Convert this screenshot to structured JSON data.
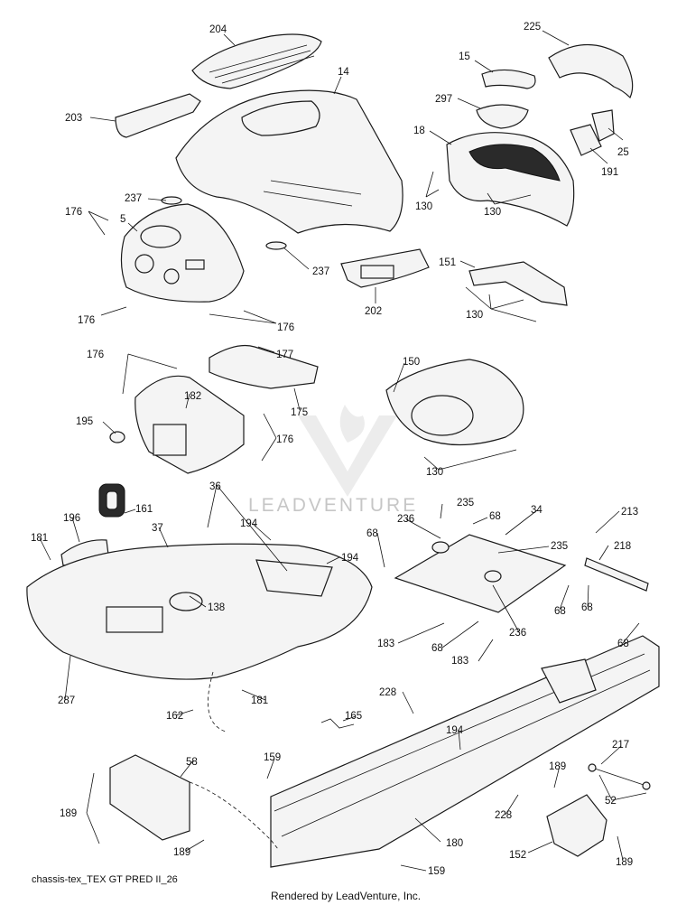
{
  "diagram": {
    "caption": "chassis-tex_TEX GT PRED II_26",
    "credit": "Rendered by LeadVenture, Inc.",
    "watermark": "LEADVENTURE",
    "callouts": [
      {
        "id": "204",
        "text": "204"
      },
      {
        "id": "14",
        "text": "14"
      },
      {
        "id": "225",
        "text": "225"
      },
      {
        "id": "15",
        "text": "15"
      },
      {
        "id": "203",
        "text": "203"
      },
      {
        "id": "297",
        "text": "297"
      },
      {
        "id": "18",
        "text": "18"
      },
      {
        "id": "25",
        "text": "25"
      },
      {
        "id": "191",
        "text": "191"
      },
      {
        "id": "130a",
        "text": "130"
      },
      {
        "id": "130b",
        "text": "130"
      },
      {
        "id": "237a",
        "text": "237"
      },
      {
        "id": "5",
        "text": "5"
      },
      {
        "id": "176a",
        "text": "176"
      },
      {
        "id": "237b",
        "text": "237"
      },
      {
        "id": "151",
        "text": "151"
      },
      {
        "id": "202",
        "text": "202"
      },
      {
        "id": "130c",
        "text": "130"
      },
      {
        "id": "176b",
        "text": "176"
      },
      {
        "id": "176c",
        "text": "176"
      },
      {
        "id": "176d",
        "text": "176"
      },
      {
        "id": "177",
        "text": "177"
      },
      {
        "id": "150",
        "text": "150"
      },
      {
        "id": "182",
        "text": "182"
      },
      {
        "id": "175",
        "text": "175"
      },
      {
        "id": "195",
        "text": "195"
      },
      {
        "id": "176e",
        "text": "176"
      },
      {
        "id": "130d",
        "text": "130"
      },
      {
        "id": "36",
        "text": "36"
      },
      {
        "id": "235a",
        "text": "235"
      },
      {
        "id": "161",
        "text": "161"
      },
      {
        "id": "236a",
        "text": "236"
      },
      {
        "id": "68a",
        "text": "68"
      },
      {
        "id": "196",
        "text": "196"
      },
      {
        "id": "37",
        "text": "37"
      },
      {
        "id": "194a",
        "text": "194"
      },
      {
        "id": "34",
        "text": "34"
      },
      {
        "id": "213",
        "text": "213"
      },
      {
        "id": "181a",
        "text": "181"
      },
      {
        "id": "68b",
        "text": "68"
      },
      {
        "id": "235b",
        "text": "235"
      },
      {
        "id": "218",
        "text": "218"
      },
      {
        "id": "194b",
        "text": "194"
      },
      {
        "id": "138",
        "text": "138"
      },
      {
        "id": "68c",
        "text": "68"
      },
      {
        "id": "68d",
        "text": "68"
      },
      {
        "id": "236b",
        "text": "236"
      },
      {
        "id": "183a",
        "text": "183"
      },
      {
        "id": "68e",
        "text": "68"
      },
      {
        "id": "68f",
        "text": "68"
      },
      {
        "id": "183b",
        "text": "183"
      },
      {
        "id": "287",
        "text": "287"
      },
      {
        "id": "181b",
        "text": "181"
      },
      {
        "id": "228a",
        "text": "228"
      },
      {
        "id": "162",
        "text": "162"
      },
      {
        "id": "165",
        "text": "165"
      },
      {
        "id": "194c",
        "text": "194"
      },
      {
        "id": "217",
        "text": "217"
      },
      {
        "id": "159a",
        "text": "159"
      },
      {
        "id": "58",
        "text": "58"
      },
      {
        "id": "189a",
        "text": "189"
      },
      {
        "id": "52",
        "text": "52"
      },
      {
        "id": "228b",
        "text": "228"
      },
      {
        "id": "189b",
        "text": "189"
      },
      {
        "id": "180",
        "text": "180"
      },
      {
        "id": "189c",
        "text": "189"
      },
      {
        "id": "152",
        "text": "152"
      },
      {
        "id": "189d",
        "text": "189"
      },
      {
        "id": "159b",
        "text": "159"
      }
    ]
  }
}
